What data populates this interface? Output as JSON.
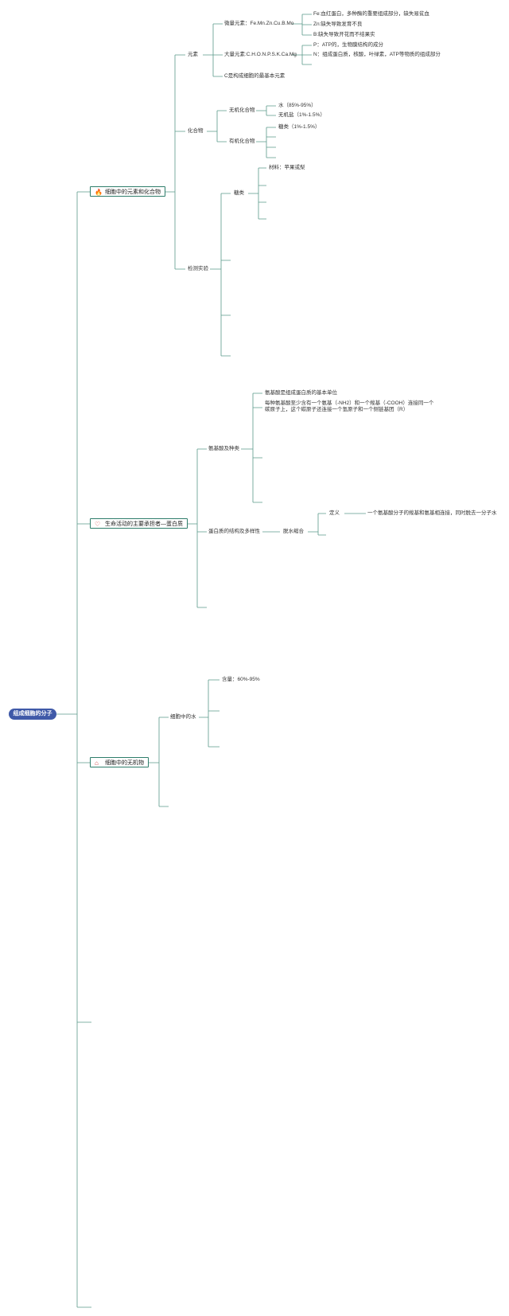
{
  "root": "组成细胞的分子",
  "branches": [
    {
      "title": "细胞中的元素和化合物",
      "icon": "fire-icon"
    },
    {
      "title": "生命活动的主要承担者—蛋白质",
      "icon": "heart-icon"
    },
    {
      "title": "细胞中的无机物",
      "icon": "house-icon"
    }
  ],
  "b1": {
    "elements": "元素",
    "micro": "微量元素：Fe.Mn.Zn.Cu.B.Mo",
    "micro_notes": [
      "Fe:血红蛋白，多种酶的重要组成部分，缺失易贫血",
      "Zn:缺失导致发育不良",
      "B:缺失导致开花而不结果实"
    ],
    "macro": "大量元素:C.H.O.N.P.S.K.Ca.Mg",
    "macro_notes": [
      "P：ATP的，生物膜结构的成分",
      "N：组成蛋白质，核酸，叶绿素，ATP等物质的组成部分"
    ],
    "c_basic": "C是构成细胞的最基本元素",
    "compounds": "化合物",
    "inorganic": "无机化合物",
    "water": "水（85%-95%）",
    "salt": "无机盐（1%-1.5%）",
    "organic": "有机化合物",
    "sugar_pct": "糖类（1%-1.5%）",
    "detection": "检测实验",
    "sugar": "糖类",
    "material": "材料：苹果或梨"
  },
  "b2": {
    "aa": "氨基酸及种类",
    "aa_unit": "氨基酸是组成蛋白质的基本单位",
    "aa_struct": "每种氨基酸至少含有一个氨基（-NH2）和一个羧基（-COOH）连接同一个碳原子上，这个碳原子还连接一个氢原子和一个侧链基团（R）",
    "diversity": "蛋白质的结构及多样性",
    "dehydration": "脱水缩合",
    "definition": "定义",
    "def_text": "一个氨基酸分子的羧基和氨基相连接，同时脱去一分子水"
  },
  "b3": {
    "water_in_cell": "细胞中的水",
    "content": "含量：60%-95%"
  },
  "colors": {
    "root": "#3f59a8",
    "line": "#5b9a8b",
    "branch_border": "#2e7d6b"
  }
}
